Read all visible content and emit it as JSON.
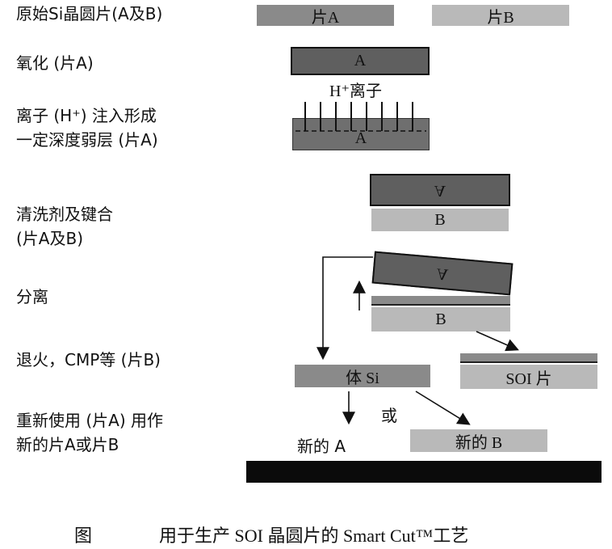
{
  "steps": [
    {
      "line1": "原始Si晶圆片(A及B)",
      "line2": ""
    },
    {
      "line1": "氧化 (片A)",
      "line2": ""
    },
    {
      "line1": "离子 (H⁺) 注入形成",
      "line2": "一定深度弱层 (片A)"
    },
    {
      "line1": "清洗剂及键合",
      "line2": "(片A及B)"
    },
    {
      "line1": "分离",
      "line2": ""
    },
    {
      "line1": "退火，CMP等 (片B)",
      "line2": ""
    },
    {
      "line1": "重新使用 (片A) 用作",
      "line2": "新的片A或片B"
    }
  ],
  "wafers": {
    "a_raw": "片A",
    "b_raw": "片B",
    "a_oxidized": "A",
    "a_implanted": "A",
    "a_bonded": "A",
    "b_bonded": "B",
    "a_separated": "A",
    "b_separated": "B",
    "bulk_si": "体 Si",
    "soi": "SOI 片",
    "new_a": "新的 A",
    "new_b": "新的 B"
  },
  "ion_label": "H⁺离子",
  "or_label": "或",
  "caption": {
    "prefix": "图",
    "text": "用于生产 SOI 晶圆片的 Smart Cut™工艺"
  }
}
